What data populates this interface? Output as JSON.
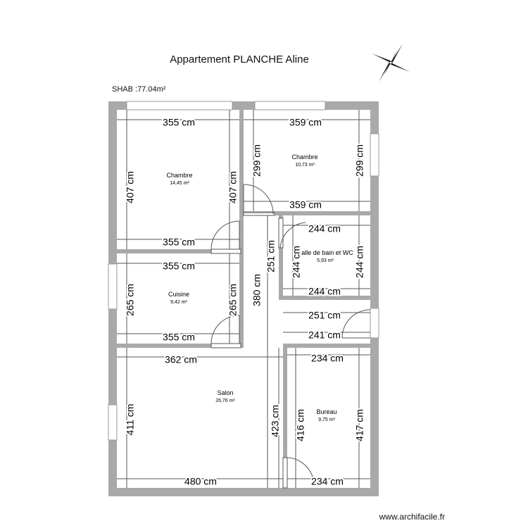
{
  "title": "Appartement PLANCHE Aline",
  "shab": "SHAB :77.04m²",
  "credit": "www.archifacile.fr",
  "compass_icon": "compass-rose-icon",
  "rooms": [
    {
      "id": "chambre-1",
      "name": "Chambre",
      "area": "14,45 m²"
    },
    {
      "id": "chambre-2",
      "name": "Chambre",
      "area": "10,73 m²"
    },
    {
      "id": "sdb",
      "name": "Salle de bain et WC",
      "area": "5,93 m²"
    },
    {
      "id": "cuisine",
      "name": "Cuisine",
      "area": "9,42 m²"
    },
    {
      "id": "salon",
      "name": "Salon",
      "area": "26,76 m²"
    },
    {
      "id": "bureau",
      "name": "Bureau",
      "area": "9,75 m²"
    }
  ],
  "dimensions": [
    "355 cm",
    "359 cm",
    "299 cm",
    "407 cm",
    "407 cm",
    "299 cm",
    "359 cm",
    "355 cm",
    "244 cm",
    "355 cm",
    "251 cm",
    "244 cm",
    "244 cm",
    "265 cm",
    "265 cm",
    "380 cm",
    "244 cm",
    "251 cm",
    "241 cm",
    "355 cm",
    "362 cm",
    "234 cm",
    "411 cm",
    "423 cm",
    "416 cm",
    "417 cm",
    "480 cm",
    "234 cm"
  ]
}
